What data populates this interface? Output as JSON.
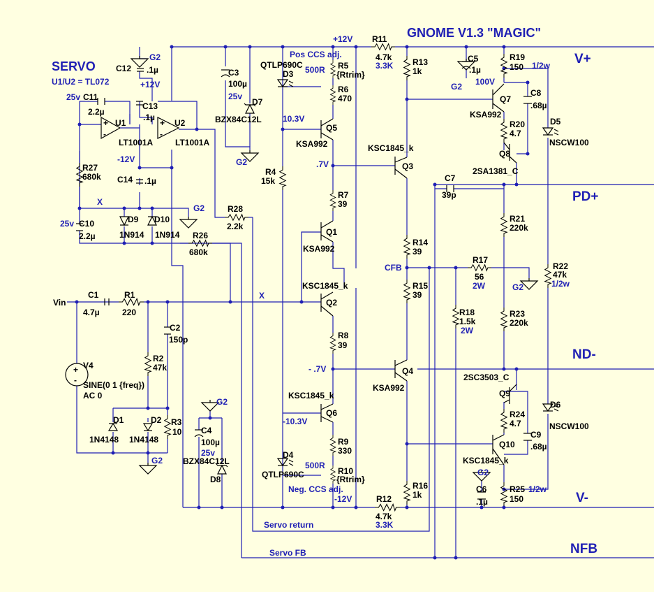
{
  "title": "GNOME V1.3 \"MAGIC\"",
  "servo": {
    "title": "SERVO",
    "subtitle": "U1/U2 = TL072"
  },
  "rails": {
    "pos": "V+",
    "neg": "V-",
    "pd": "PD+",
    "nd": "ND-",
    "nfb": "NFB"
  },
  "nets": {
    "p12": "+12V",
    "n12": "-12V",
    "p12b": "+12V",
    "n12b": "-12V",
    "x1": "X",
    "x2": "X",
    "vin": "Vin",
    "cfb": "CFB",
    "p07": ".7V",
    "n07": "- .7V",
    "p103": "10.3V",
    "n103": "-10.3V",
    "servo_return": "Servo return",
    "servo_fb": "Servo FB",
    "pos_ccs": "Pos CCS adj.",
    "neg_ccs": "Neg. CCS adj."
  },
  "grounds": {
    "g": "G2"
  },
  "components": {
    "C12": {
      "ref": "C12",
      "val": ".1µ"
    },
    "C11": {
      "ref": "C11",
      "val": "2.2µ",
      "extra": "25v"
    },
    "C13": {
      "ref": "C13",
      "val": ".1µ"
    },
    "C14": {
      "ref": "C14",
      "val": ".1µ"
    },
    "C10": {
      "ref": "C10",
      "val": "2.2µ",
      "extra": "25v"
    },
    "C3": {
      "ref": "C3",
      "val": "100µ",
      "extra": "25v"
    },
    "C1": {
      "ref": "C1",
      "val": "4.7µ"
    },
    "C2": {
      "ref": "C2",
      "val": "150p"
    },
    "C4": {
      "ref": "C4",
      "val": "100µ",
      "extra": "25v"
    },
    "C5": {
      "ref": "C5",
      "val": ".1µ",
      "extra": "100V"
    },
    "C6": {
      "ref": "C6",
      "val": ".1µ"
    },
    "C7": {
      "ref": "C7",
      "val": "39p"
    },
    "C8": {
      "ref": "C8",
      "val": ".68µ"
    },
    "C9": {
      "ref": "C9",
      "val": ".68µ"
    },
    "U1": {
      "ref": "U1",
      "val": "LT1001A"
    },
    "U2": {
      "ref": "U2",
      "val": "LT1001A"
    },
    "R27": {
      "ref": "R27",
      "val": "680k"
    },
    "R26": {
      "ref": "R26",
      "val": "680k"
    },
    "R28": {
      "ref": "R28",
      "val": "2.2k"
    },
    "R4": {
      "ref": "R4",
      "val": "15k"
    },
    "R5": {
      "ref": "R5",
      "val": "{Rtrim}",
      "extra": "500R"
    },
    "R6": {
      "ref": "R6",
      "val": "470"
    },
    "R7": {
      "ref": "R7",
      "val": "39"
    },
    "R8": {
      "ref": "R8",
      "val": "39"
    },
    "R9": {
      "ref": "R9",
      "val": "330"
    },
    "R10": {
      "ref": "R10",
      "val": "{Rtrim}",
      "extra": "500R"
    },
    "R11": {
      "ref": "R11",
      "val": "4.7k",
      "extra": "3.3K"
    },
    "R12": {
      "ref": "R12",
      "val": "4.7k",
      "extra": "3.3K"
    },
    "R13": {
      "ref": "R13",
      "val": "1k"
    },
    "R14": {
      "ref": "R14",
      "val": "39"
    },
    "R15": {
      "ref": "R15",
      "val": "39"
    },
    "R16": {
      "ref": "R16",
      "val": "1k"
    },
    "R17": {
      "ref": "R17",
      "val": "56",
      "extra": "2W"
    },
    "R18": {
      "ref": "R18",
      "val": "1.5k",
      "extra": "2W"
    },
    "R19": {
      "ref": "R19",
      "val": "150",
      "extra": "1/2w"
    },
    "R20": {
      "ref": "R20",
      "val": "4.7"
    },
    "R21": {
      "ref": "R21",
      "val": "220k"
    },
    "R22": {
      "ref": "R22",
      "val": "47k",
      "extra": "1/2w"
    },
    "R23": {
      "ref": "R23",
      "val": "220k"
    },
    "R24": {
      "ref": "R24",
      "val": "4.7"
    },
    "R25": {
      "ref": "R25",
      "val": "150",
      "extra": "1/2w"
    },
    "R1": {
      "ref": "R1",
      "val": "220"
    },
    "R2": {
      "ref": "R2",
      "val": "47k"
    },
    "R3": {
      "ref": "R3",
      "val": "10"
    },
    "D1": {
      "ref": "D1",
      "val": "1N4148"
    },
    "D2": {
      "ref": "D2",
      "val": "1N4148"
    },
    "D3": {
      "ref": "D3",
      "val": "QTLP690C"
    },
    "D4": {
      "ref": "D4",
      "val": "QTLP690C"
    },
    "D5": {
      "ref": "D5",
      "val": "NSCW100"
    },
    "D6": {
      "ref": "D6",
      "val": "NSCW100"
    },
    "D7": {
      "ref": "D7",
      "val": "BZX84C12L"
    },
    "D8": {
      "ref": "D8",
      "val": "BZX84C12L"
    },
    "D9": {
      "ref": "D9",
      "val": "1N914"
    },
    "D10": {
      "ref": "D10",
      "val": "1N914"
    },
    "Q1": {
      "ref": "Q1",
      "val": "KSA992"
    },
    "Q2": {
      "ref": "Q2",
      "val": "KSC1845_k"
    },
    "Q3": {
      "ref": "Q3",
      "val": "KSC1845_k"
    },
    "Q4": {
      "ref": "Q4",
      "val": "KSA992"
    },
    "Q5": {
      "ref": "Q5",
      "val": "KSA992"
    },
    "Q6": {
      "ref": "Q6",
      "val": "KSC1845_k"
    },
    "Q7": {
      "ref": "Q7",
      "val": "KSA992"
    },
    "Q8": {
      "ref": "Q8",
      "val": "2SA1381_C"
    },
    "Q9": {
      "ref": "Q9",
      "val": "2SC3503_C"
    },
    "Q10": {
      "ref": "Q10",
      "val": "KSC1845_k"
    },
    "V4": {
      "ref": "V4",
      "val": "SINE(0 1 {freq})",
      "extra": "AC 0"
    }
  }
}
